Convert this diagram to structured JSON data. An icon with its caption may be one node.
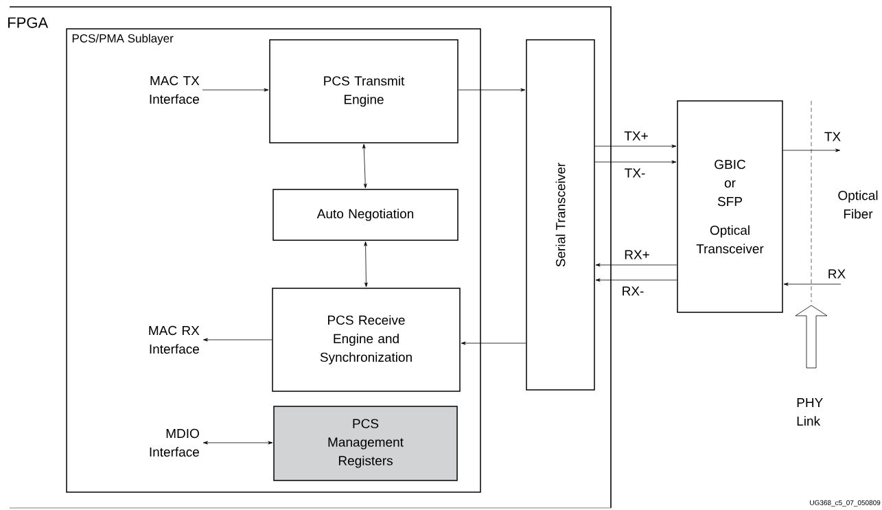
{
  "diagram": {
    "nodes": [
      {
        "text": [
          "FPGA"
        ]
      },
      {
        "text": [
          "PCS/PMA Sublayer"
        ],
        "in": 0
      },
      {
        "text": [
          "PCS Transmit Engine"
        ],
        "in": 1
      },
      {
        "text": [
          "Auto Negotiation"
        ],
        "in": 1
      },
      {
        "text": [
          "PCS Receive Engine and Synchronization"
        ],
        "in": 1
      },
      {
        "text": [
          "PCS Management Registers"
        ],
        "in": 1
      },
      {
        "text": [
          "MAC TX Interface"
        ],
        "in": 1
      },
      {
        "text": [
          "MAC RX Interface"
        ],
        "in": 1
      },
      {
        "text": [
          "MDIO Interface"
        ],
        "in": 1
      },
      {
        "text": [
          "Serial Transceiver"
        ],
        "in": 0
      },
      {
        "text": [
          "GBIC or SFP",
          "Optical Transceiver"
        ]
      }
    ],
    "edges": [
      {
        "from": 6,
        "to": 2,
        "arrow": "to"
      },
      {
        "from": 2,
        "to": 9,
        "arrow": "to"
      },
      {
        "from": 2,
        "to": 3,
        "arrow": "both"
      },
      {
        "from": 3,
        "to": 4,
        "arrow": "both"
      },
      {
        "from": 4,
        "to": 7,
        "arrow": "to"
      },
      {
        "from": 9,
        "to": 4,
        "arrow": "to"
      },
      {
        "from": 8,
        "to": 5,
        "arrow": "both"
      },
      {
        "from": 9,
        "to": 10,
        "arrow": "to",
        "label": "TX+"
      },
      {
        "from": 9,
        "to": 10,
        "arrow": "to",
        "label": "TX-"
      },
      {
        "from": 10,
        "to": 9,
        "arrow": "to",
        "label": "RX+"
      },
      {
        "from": 10,
        "to": 9,
        "arrow": "to",
        "label": "RX-"
      },
      {
        "from": 10,
        "to": null,
        "arrow": "to",
        "label": "TX"
      },
      {
        "from": null,
        "to": 10,
        "arrow": "to",
        "label": "RX"
      }
    ],
    "labels": [
      "Optical Fiber",
      "PHY Link",
      "UG368_c5_07_050809"
    ]
  }
}
